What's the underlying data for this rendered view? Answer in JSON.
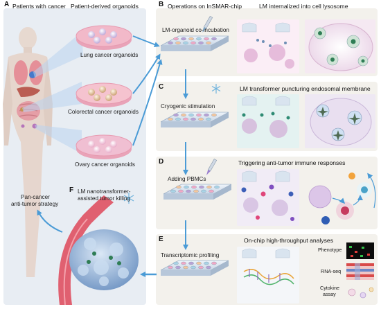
{
  "panels": {
    "a": {
      "letter": "A",
      "title": "Patients with cancer",
      "subtitle": "Patient-derived organoids",
      "organoids": [
        "Lung cancer organoids",
        "Colorectal cancer organoids",
        "Ovary cancer organoids"
      ]
    },
    "b": {
      "letter": "B",
      "title": "Operations on InSMAR-chip",
      "step": "LM-organoid co-incubation",
      "caption": "LM internalized into cell lysosome"
    },
    "c": {
      "letter": "C",
      "step": "Cryogenic stimulation",
      "caption": "LM transformer puncturing endosomal membrane"
    },
    "d": {
      "letter": "D",
      "step": "Adding PBMCs",
      "caption": "Triggering anti-tumor immune responses"
    },
    "e": {
      "letter": "E",
      "step": "Transcriptomic profiling",
      "caption": "On-chip high-throughput  analyses",
      "analyses": [
        "Phenotype",
        "RNA-seq",
        "Cytokine",
        "assay"
      ]
    },
    "f": {
      "letter": "F",
      "title_line1": "LM nanotransformer-",
      "title_line2": "assisted tumor killing"
    },
    "strategy": {
      "line1": "Pan-cancer",
      "line2": "anti-tumor strategy"
    }
  },
  "colors": {
    "panel_left": "#e8edf3",
    "panel_right": "#f3f1ec",
    "arrow": "#4a9bd6",
    "lung_dish": "#f2b9c9",
    "colorectal_dish": "#f5c3cf",
    "ovary_dish": "#f0bfd2",
    "vessel": "#e06070",
    "tumor": "#9ab8d8"
  }
}
